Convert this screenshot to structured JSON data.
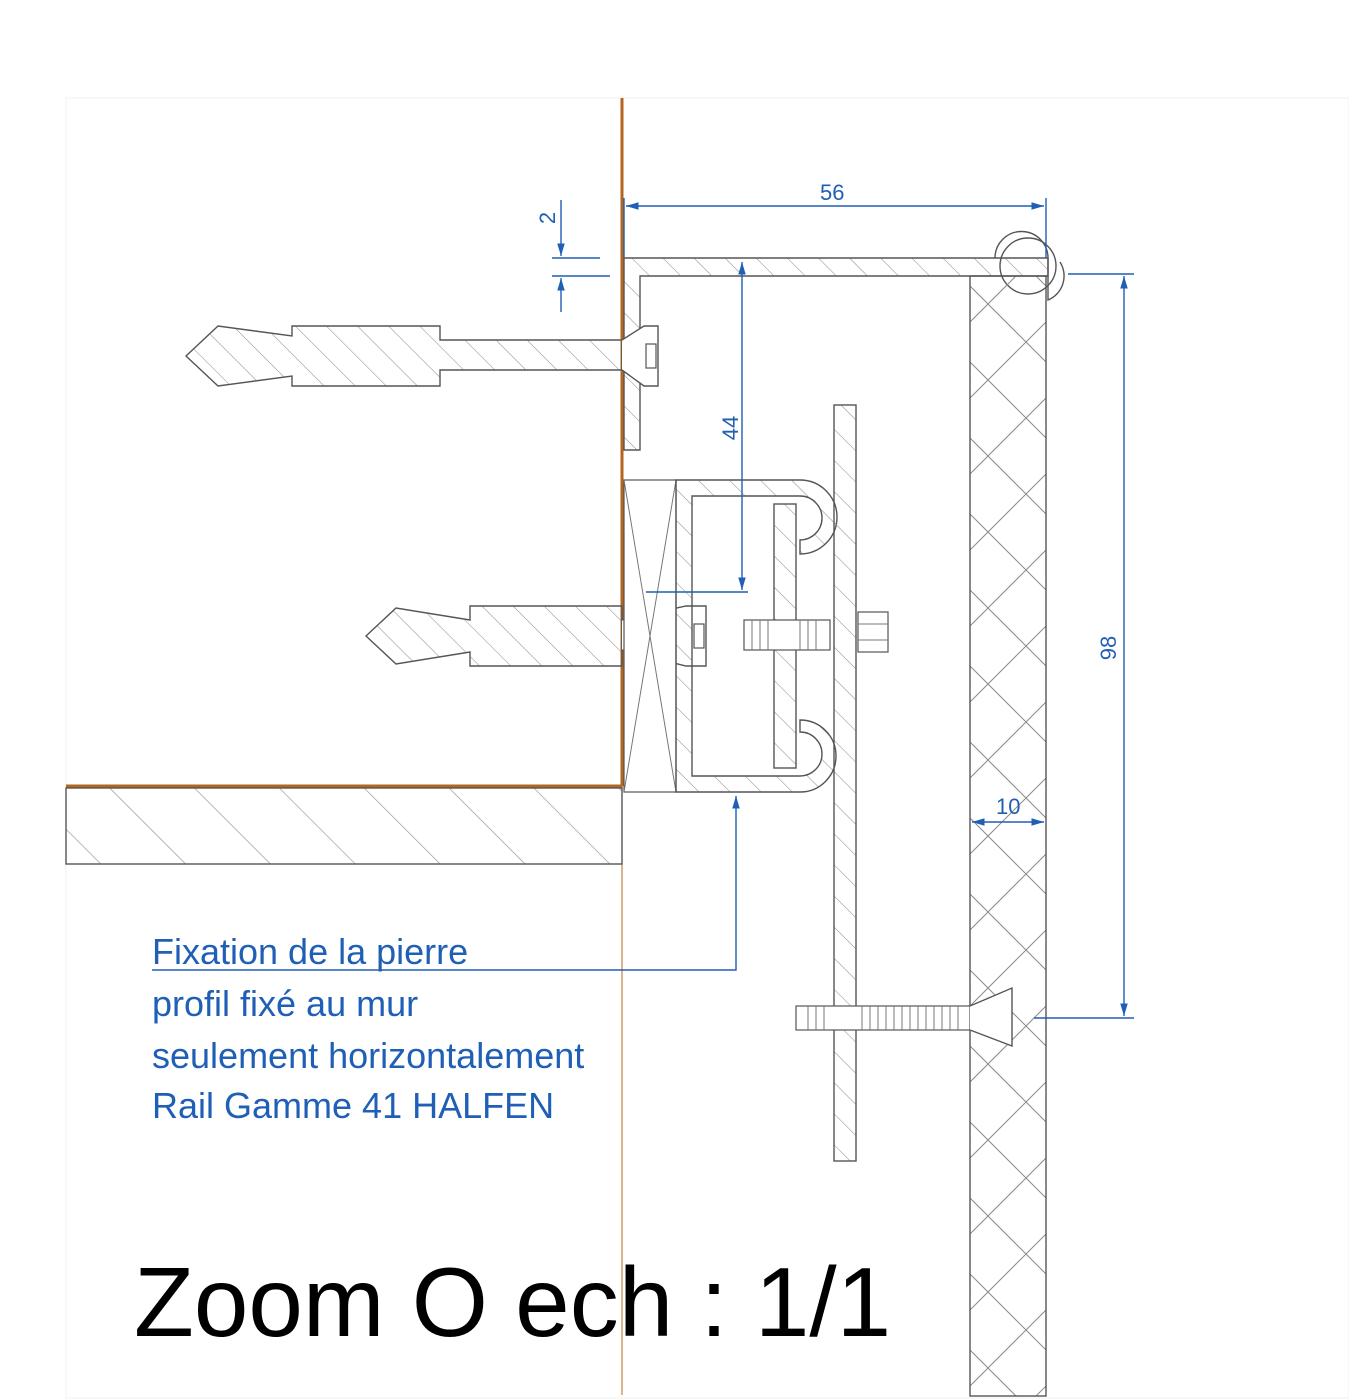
{
  "dimensions": {
    "d56": "56",
    "d2": "2",
    "d44": "44",
    "d98": "98",
    "d10": "10"
  },
  "note": {
    "line1": "Fixation de la pierre",
    "line2": "profil fixé au mur",
    "line3": "seulement horizontalement",
    "line4": "Rail Gamme 41 HALFEN"
  },
  "title": "Zoom O ech : 1/1",
  "colors": {
    "dimension": "#1f5fb5",
    "stone_edge": "#b5651d",
    "outline": "#555555"
  }
}
